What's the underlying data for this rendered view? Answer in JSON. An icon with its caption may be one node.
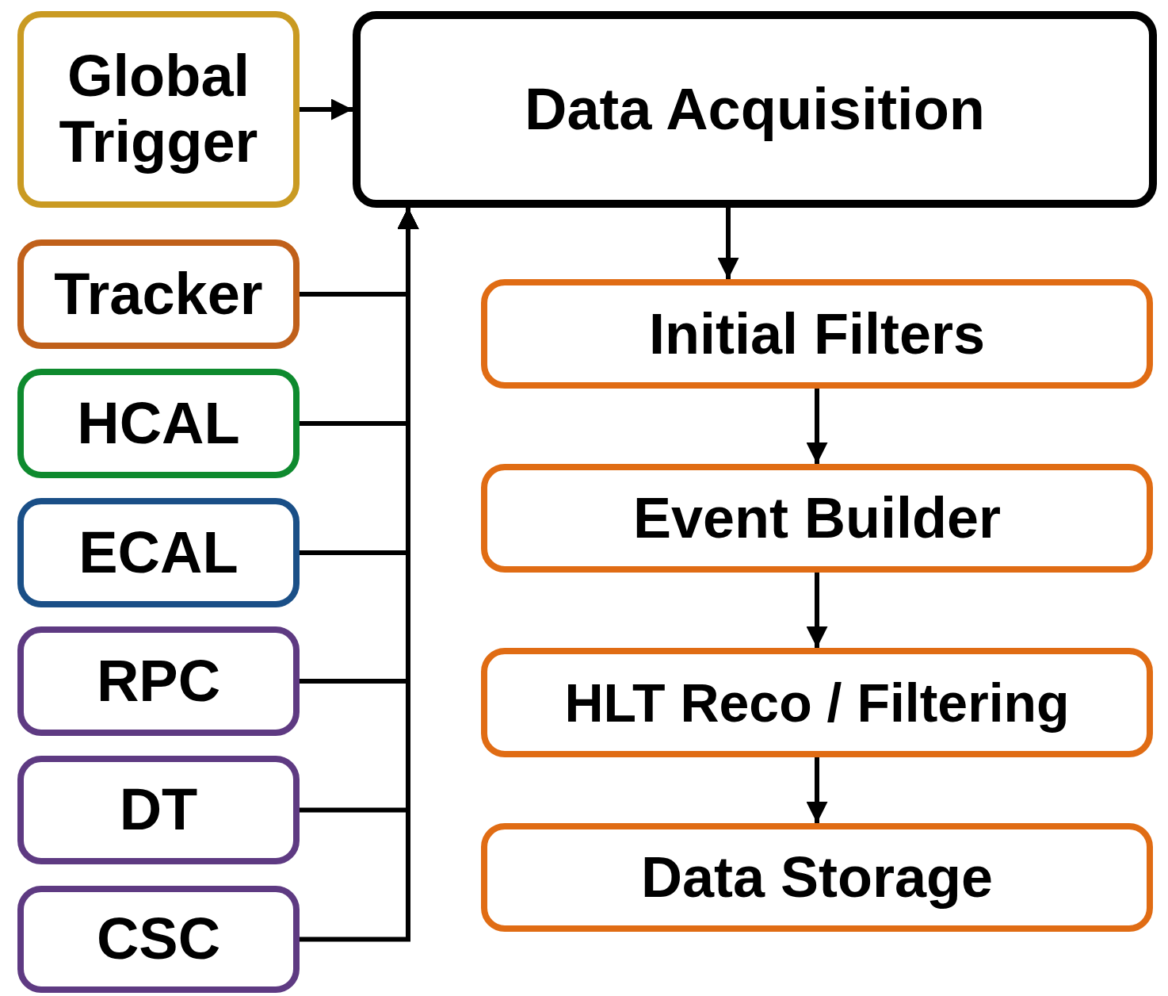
{
  "diagram": {
    "nodes": [
      {
        "text": [
          "Global Trigger"
        ]
      },
      {
        "text": [
          "Data Acquisition"
        ]
      },
      {
        "text": [
          "Tracker"
        ]
      },
      {
        "text": [
          "HCAL"
        ]
      },
      {
        "text": [
          "ECAL"
        ]
      },
      {
        "text": [
          "RPC"
        ]
      },
      {
        "text": [
          "DT"
        ]
      },
      {
        "text": [
          "CSC"
        ]
      },
      {
        "text": [
          "Initial Filters"
        ]
      },
      {
        "text": [
          "Event Builder"
        ]
      },
      {
        "text": [
          "HLT Reco / Filtering"
        ]
      },
      {
        "text": [
          "Data Storage"
        ]
      }
    ],
    "edges": [
      {
        "from": 0,
        "to": 1,
        "arrow": "to"
      },
      {
        "from": 2,
        "to": 1,
        "arrow": "to"
      },
      {
        "from": 3,
        "to": 1,
        "arrow": "to"
      },
      {
        "from": 4,
        "to": 1,
        "arrow": "to"
      },
      {
        "from": 5,
        "to": 1,
        "arrow": "to"
      },
      {
        "from": 6,
        "to": 1,
        "arrow": "to"
      },
      {
        "from": 7,
        "to": 1,
        "arrow": "to"
      },
      {
        "from": 1,
        "to": 8,
        "arrow": "to"
      },
      {
        "from": 8,
        "to": 9,
        "arrow": "to"
      },
      {
        "from": 9,
        "to": 10,
        "arrow": "to"
      },
      {
        "from": 10,
        "to": 11,
        "arrow": "to"
      }
    ]
  }
}
